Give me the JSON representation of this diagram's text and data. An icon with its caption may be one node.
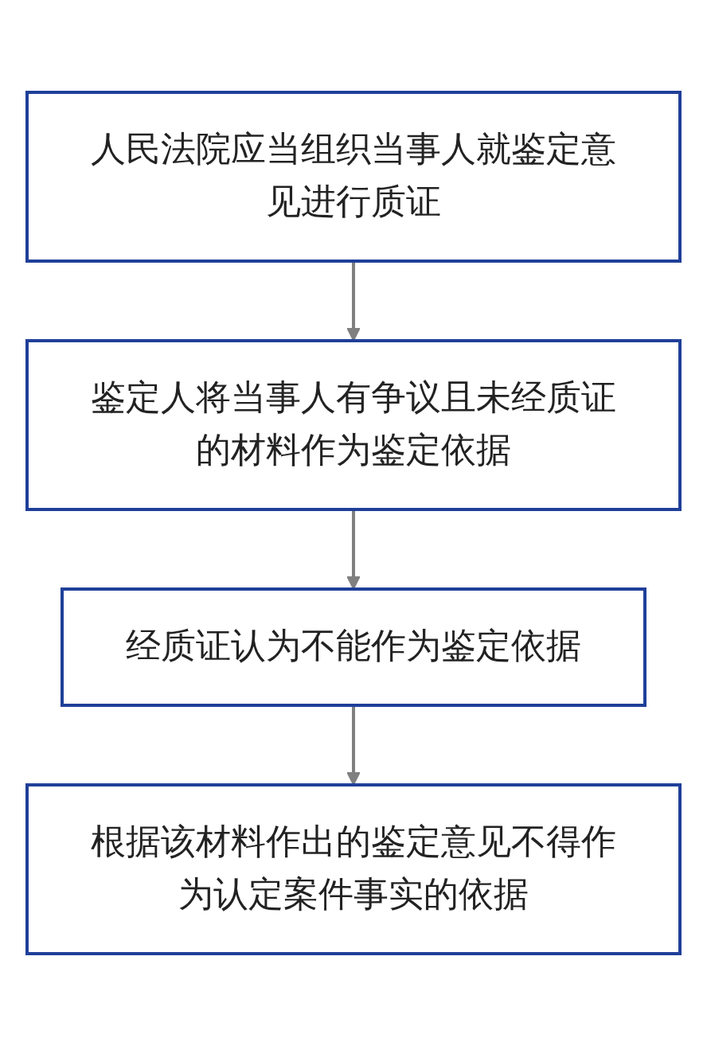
{
  "diagram": {
    "nodes": [
      {
        "text": [
          "人民法院应当组织当事人就鉴定意见进行质证"
        ]
      },
      {
        "text": [
          "鉴定人将当事人有争议且未经质证的材料作为鉴定依据"
        ]
      },
      {
        "text": [
          "经质证认为不能作为鉴定依据"
        ]
      },
      {
        "text": [
          "根据该材料作出的鉴定意见不得作为认定案件事实的依据"
        ]
      }
    ],
    "edges": [
      {
        "from": 0,
        "to": 1,
        "arrow": "to"
      },
      {
        "from": 1,
        "to": 2,
        "arrow": "to"
      },
      {
        "from": 2,
        "to": 3,
        "arrow": "to"
      }
    ]
  }
}
